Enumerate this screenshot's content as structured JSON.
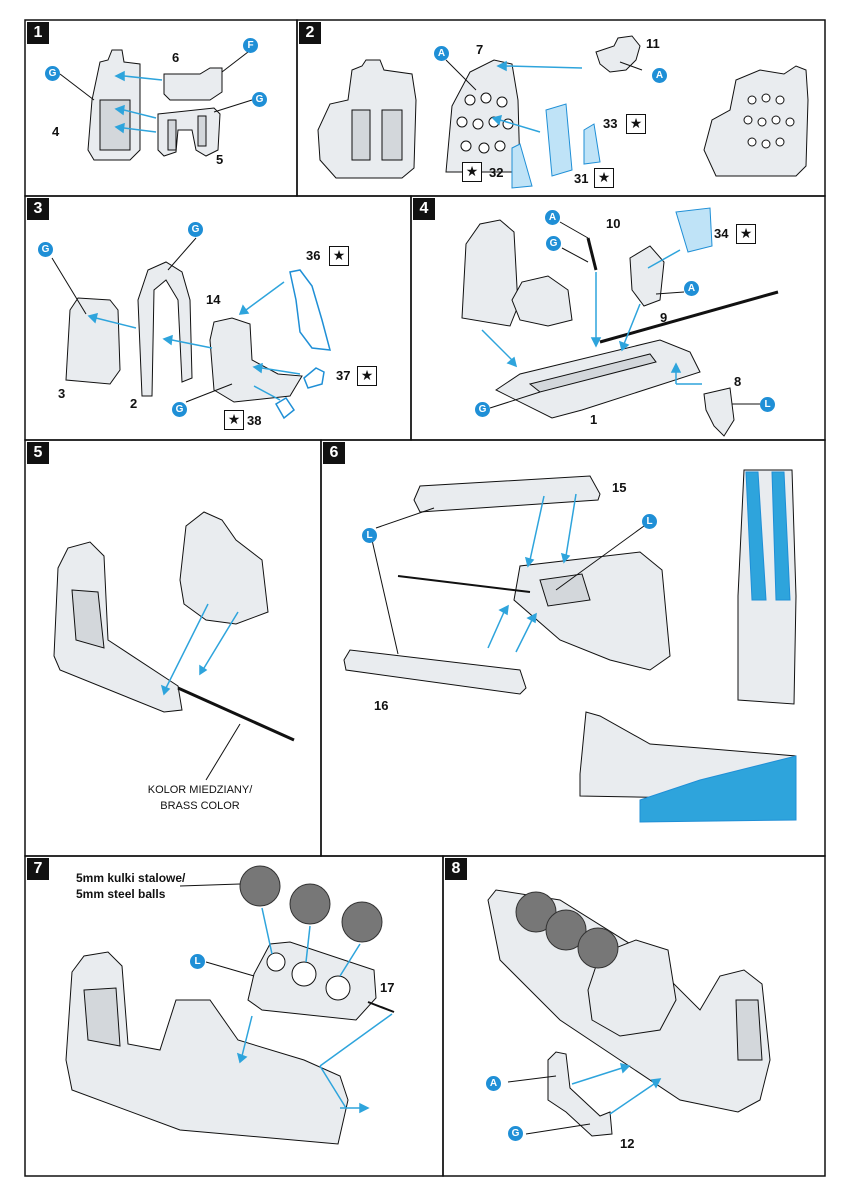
{
  "colors": {
    "line": "#111111",
    "accent": "#1f8fd6",
    "part_fill": "#e9ecef",
    "pe_fill": "#bfe3f7",
    "ball": "#777777",
    "hint": "#2ea4dc"
  },
  "steps": [
    {
      "label": "1"
    },
    {
      "label": "2"
    },
    {
      "label": "3"
    },
    {
      "label": "4"
    },
    {
      "label": "5"
    },
    {
      "label": "6"
    },
    {
      "label": "7"
    },
    {
      "label": "8"
    }
  ],
  "step1": {
    "parts": [
      "6",
      "4",
      "5"
    ],
    "paints": [
      "G",
      "F",
      "G"
    ]
  },
  "step2": {
    "parts": [
      "7",
      "11",
      "33",
      "32",
      "31"
    ],
    "paints": [
      "A",
      "A"
    ]
  },
  "step3": {
    "parts": [
      "36",
      "14",
      "37",
      "3",
      "2",
      "38"
    ],
    "paints": [
      "G",
      "G",
      "G"
    ]
  },
  "step4": {
    "parts": [
      "10",
      "34",
      "9",
      "8",
      "1"
    ],
    "paints": [
      "A",
      "G",
      "A",
      "G",
      "L"
    ]
  },
  "step5": {
    "caption_line1": "KOLOR MIEDZIANY/",
    "caption_line2": "BRASS COLOR"
  },
  "step6": {
    "parts": [
      "15",
      "16"
    ],
    "paints": [
      "L",
      "L"
    ]
  },
  "step7": {
    "note_line1": "5mm kulki stalowe/",
    "note_line2": "5mm steel balls",
    "parts": [
      "17"
    ],
    "paints": [
      "L"
    ]
  },
  "step8": {
    "parts": [
      "12"
    ],
    "paints": [
      "A",
      "G"
    ]
  }
}
